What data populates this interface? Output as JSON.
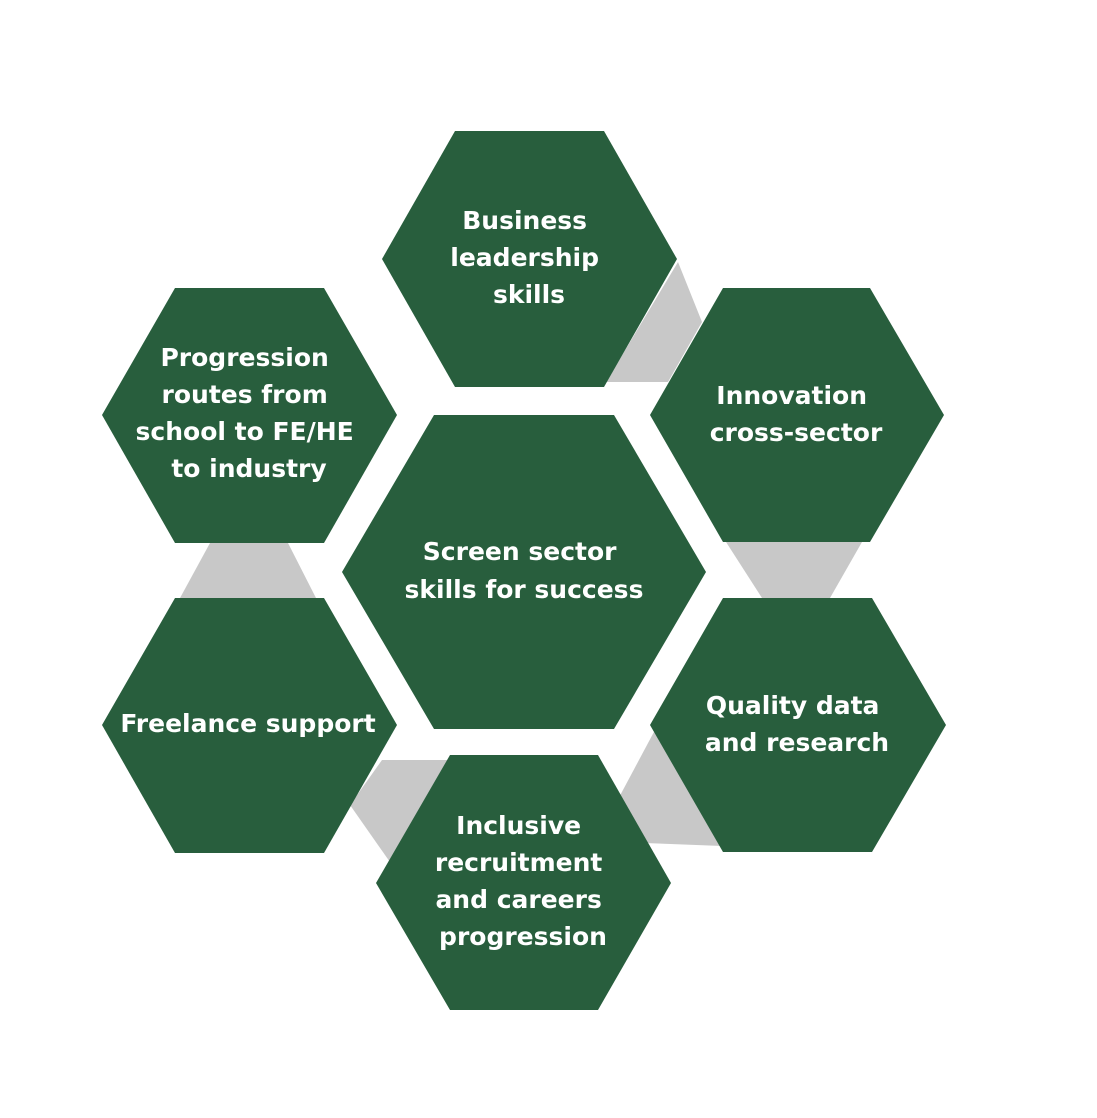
{
  "colors": {
    "hexagon_fill": "#285e3d",
    "connector_fill": "#c8c8c8",
    "label_text": "#ffffff",
    "background": "#ffffff"
  },
  "hexagons": [
    {
      "id": "center",
      "lines": [
        "Screen sector",
        "skills for success"
      ]
    },
    {
      "id": "business-leadership",
      "lines": [
        "Business",
        "leadership",
        "skills"
      ]
    },
    {
      "id": "innovation",
      "lines": [
        "Innovation",
        "cross-sector"
      ]
    },
    {
      "id": "quality-data",
      "lines": [
        "Quality data",
        "and research"
      ]
    },
    {
      "id": "inclusive-recruitment",
      "lines": [
        "Inclusive",
        "recruitment",
        "and careers",
        "progression"
      ]
    },
    {
      "id": "freelance-support",
      "lines": [
        "Freelance support"
      ]
    },
    {
      "id": "progression-routes",
      "lines": [
        "Progression",
        "routes from",
        "school to FE/HE",
        "to industry"
      ]
    }
  ]
}
